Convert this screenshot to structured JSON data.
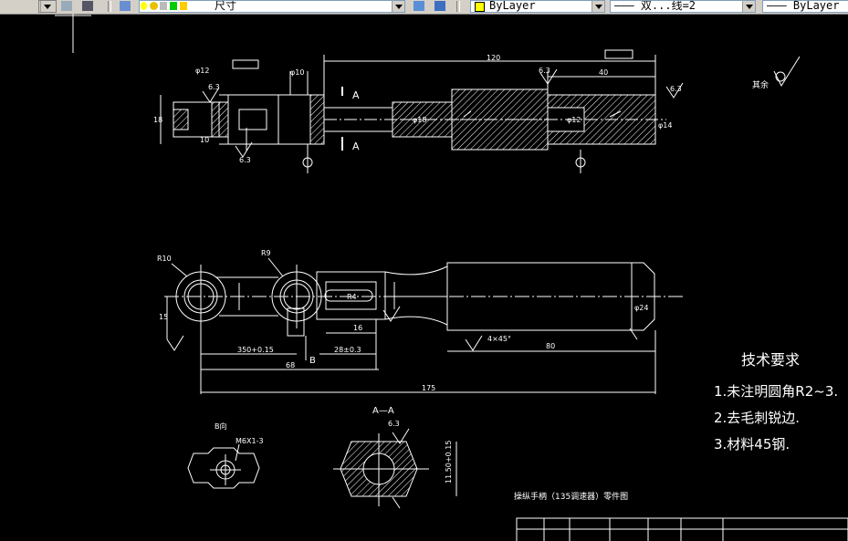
{
  "toolbar": {
    "layer_value": "尺寸",
    "color_value": "ByLayer",
    "linetype_value": "——— 双...线=2",
    "lineweight_value": "——— ByLayer",
    "color_swatch": "#ffff00"
  },
  "drawing": {
    "top_view": {
      "dims": {
        "len_120": "120",
        "len_40": "40",
        "dia_12": "φ12",
        "dia_10": "φ10",
        "dia_18": "φ18",
        "d_10": "10",
        "d_18": "18",
        "dia_14": "φ14",
        "dia_12b": "φ12"
      },
      "roughness": {
        "r1": "6.3",
        "r2": "6.3",
        "r3": "6.3",
        "r4": "6.3"
      },
      "section_label_top": "A",
      "section_label_bottom": "A",
      "finish_note": "其余"
    },
    "front_view": {
      "radius_r10": "R10",
      "radius_r9": "R9",
      "dims": {
        "d_15": "15",
        "d_350": "350+0.15",
        "d_68": "68",
        "d_175": "175",
        "d_16": "16",
        "d_28": "28±0.3",
        "d_80": "80",
        "chamfer": "4×45°",
        "dia_24": "φ24",
        "r_4": "R4"
      },
      "view_b_label": "B"
    },
    "view_b": {
      "title": "B向",
      "thread": "M6X1-3"
    },
    "section_aa": {
      "title": "A—A",
      "rough": "6.3",
      "height": "11.50+0.15"
    },
    "tech_req": {
      "title": "技术要求",
      "items": [
        "1.未注明圆角R2~3.",
        "2.去毛刺锐边.",
        "3.材料45钢."
      ]
    },
    "title_block": {
      "name": "操纵手柄（135调速器）零件图"
    }
  }
}
